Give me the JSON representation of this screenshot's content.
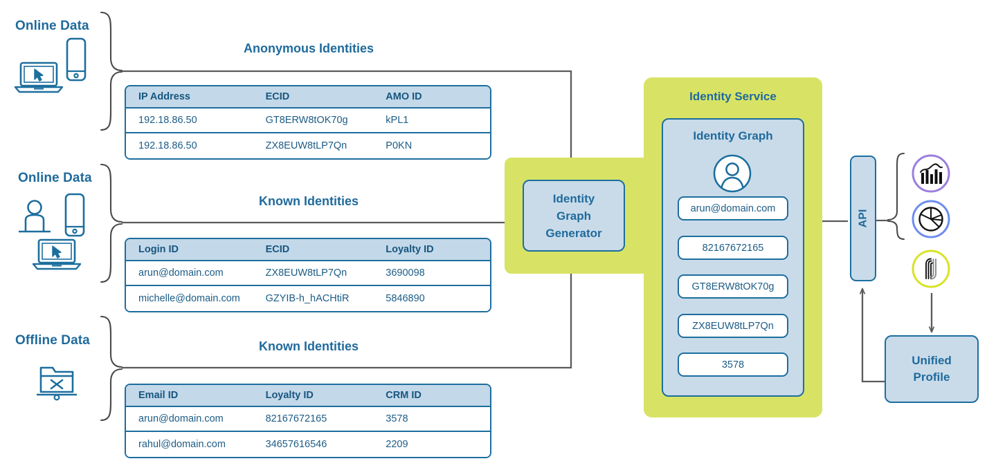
{
  "diagram": {
    "title": "Identity Service data flow",
    "colors": {
      "blue_dark": "#1c6e9e",
      "blue_text": "#1f6a9c",
      "blue_fill": "#c9dbe9",
      "table_header": "#c3d8e9",
      "green_panel": "#d8e366",
      "connector": "#5a5a5a",
      "ring_purple": "#9b7ede",
      "ring_blue": "#6d8cf0",
      "ring_yellow": "#d8e324"
    }
  },
  "sources": [
    {
      "label": "Online Data",
      "icons": [
        "mobile-phone-icon",
        "laptop-cursor-icon"
      ],
      "section_title": "Anonymous Identities",
      "table": {
        "columns": [
          "IP Address",
          "ECID",
          "AMO ID"
        ],
        "rows": [
          [
            "192.18.86.50",
            "GT8ERW8tOK70g",
            "kPL1"
          ],
          [
            "192.18.86.50",
            "ZX8EUW8tLP7Qn",
            "P0KN"
          ]
        ]
      }
    },
    {
      "label": "Online Data",
      "icons": [
        "person-icon",
        "mobile-phone-icon",
        "laptop-cursor-icon"
      ],
      "section_title": "Known Identities",
      "table": {
        "columns": [
          "Login ID",
          "ECID",
          "Loyalty ID"
        ],
        "rows": [
          [
            "arun@domain.com",
            "ZX8EUW8tLP7Qn",
            "3690098"
          ],
          [
            "michelle@domain.com",
            "GZYIB-h_hACHtiR",
            "5846890"
          ]
        ]
      }
    },
    {
      "label": "Offline Data",
      "icons": [
        "folder-crossed-icon"
      ],
      "section_title": "Known Identities",
      "table": {
        "columns": [
          "Email ID",
          "Loyalty ID",
          "CRM ID"
        ],
        "rows": [
          [
            "arun@domain.com",
            "82167672165",
            "3578"
          ],
          [
            "rahul@domain.com",
            "34657616546",
            "2209"
          ]
        ]
      }
    }
  ],
  "generator": {
    "label": "Identity\nGraph\nGenerator",
    "line1": "Identity",
    "line2": "Graph",
    "line3": "Generator"
  },
  "identity_service": {
    "title": "Identity Service",
    "graph_title": "Identity Graph",
    "avatar_icon": "person-avatar-icon",
    "chips": [
      "arun@domain.com",
      "82167672165",
      "GT8ERW8tOK70g",
      "ZX8EUW8tLP7Qn",
      "3578"
    ]
  },
  "api": {
    "label": "API"
  },
  "apps": [
    {
      "name": "analytics-bar-chart-icon",
      "ring_color": "#9b7ede"
    },
    {
      "name": "pie-chart-icon",
      "ring_color": "#6d8cf0"
    },
    {
      "name": "target-ribbon-icon",
      "ring_color": "#d8e324"
    }
  ],
  "unified_profile": {
    "line1": "Unified",
    "line2": "Profile"
  }
}
